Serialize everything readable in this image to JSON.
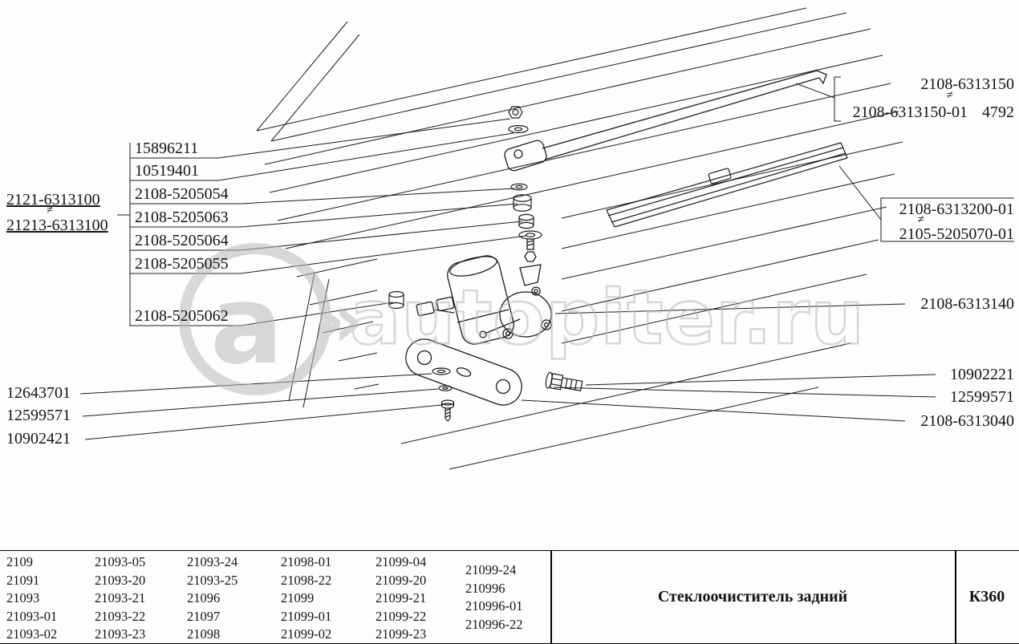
{
  "watermark": {
    "letter": "a",
    "chevron": "»",
    "domain": "autopiter.ru"
  },
  "diagram": {
    "alt_models": {
      "line1": "2121-6313100",
      "neq": "≠",
      "line2": "21213-6313100"
    },
    "left_labels": [
      "15896211",
      "10519401",
      "2108-5205054",
      "2108-5205063",
      "2108-5205064",
      "2108-5205055",
      "2108-5205062"
    ],
    "lower_left_labels": [
      "12643701",
      "12599571",
      "10902421"
    ],
    "arm_group": {
      "line1": "2108-6313150",
      "neq": "≠",
      "line2": "2108-6313150-01",
      "qty": "4792"
    },
    "blade_group": {
      "line1": "2108-6313200-01",
      "neq": "≠",
      "line2": "2105-5205070-01"
    },
    "right_labels": [
      "2108-6313140",
      "10902221",
      "12599571",
      "2108-6313040"
    ]
  },
  "table": {
    "columns": [
      [
        "2109",
        "21091",
        "21093",
        "21093-01",
        "21093-02"
      ],
      [
        "21093-05",
        "21093-20",
        "21093-21",
        "21093-22",
        "21093-23"
      ],
      [
        "21093-24",
        "21093-25",
        "21096",
        "21097",
        "21098"
      ],
      [
        "21098-01",
        "21098-22",
        "21099",
        "21099-01",
        "21099-02"
      ],
      [
        "21099-04",
        "21099-20",
        "21099-21",
        "21099-22",
        "21099-23"
      ],
      [
        "21099-24",
        "210996",
        "210996-01",
        "210996-22"
      ]
    ],
    "title": "Стеклоочиститель задний",
    "code": "К360"
  }
}
